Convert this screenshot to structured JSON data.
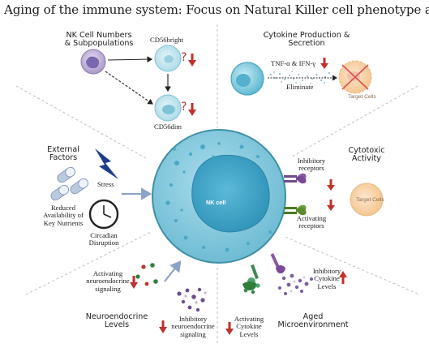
{
  "title": "Aging of the immune system: Focus on Natural Killer cell phenotype and functions",
  "panels": {
    "nk_numbers": {
      "heading_line1": "NK Cell Numbers",
      "heading_line2": "& Subpopulations",
      "cd56bright": "CD56bright",
      "cd56dim": "CD56dim",
      "question_mark": "?"
    },
    "cytokine_production": {
      "heading_line1": "Cytokine Production &",
      "heading_line2": "Secretion",
      "cytokines": "TNF-α & IFN-γ",
      "eliminate": "Eliminate",
      "target_cells": "Target Cells"
    },
    "external_factors": {
      "heading_line1": "External",
      "heading_line2": "Factors",
      "stress": "Stress",
      "nutrients_line1": "Reduced",
      "nutrients_line2": "Availability of",
      "nutrients_line3": "Key Nutrients",
      "circadian_line1": "Circadian",
      "circadian_line2": "Disruption"
    },
    "cytotoxic": {
      "heading_line1": "Cytotoxic",
      "heading_line2": "Activity",
      "inhibitory_line1": "Inhibitory",
      "inhibitory_line2": "receptors",
      "activating_line1": "Activating",
      "activating_line2": "receptors",
      "target_cells": "Target Cells"
    },
    "center": {
      "nk_cell": "NK cell"
    },
    "neuroendocrine": {
      "heading_line1": "Neuroendocrine",
      "heading_line2": "Levels",
      "activating_line1": "Activating",
      "activating_line2": "neuroendocrine",
      "activating_line3": "signaling",
      "inhibitory_line1": "Inhibitory",
      "inhibitory_line2": "neuroendocrine",
      "inhibitory_line3": "signaling"
    },
    "aged_micro": {
      "heading_line1": "Aged",
      "heading_line2": "Microenvironment",
      "activating_line1": "Activating",
      "activating_line2": "Cytokine",
      "activating_line3": "Levels",
      "inhibitory_line1": "Inhibitory",
      "inhibitory_line2": "Cytokine",
      "inhibitory_line3": "Levels"
    }
  },
  "colors": {
    "nk_cell_fill": "#7fc6d9",
    "nk_cell_outline": "#3f8fa6",
    "nucleus": "#3ea5c7",
    "down_arrow": "#c0322b",
    "divider": "#bfbfbf",
    "inhibitory_receptor": "#8a5aa6",
    "activating_receptor": "#5a8a2e",
    "target_cell": "#f7cf9e"
  }
}
